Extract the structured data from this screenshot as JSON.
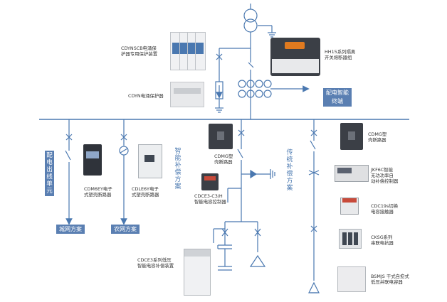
{
  "colors": {
    "wire": "#4a78b0",
    "accent": "#5a7fb2",
    "device_dark": "#3b3f46",
    "device_light": "#e8e9eb"
  },
  "labels": {
    "cdynscb": [
      "CDYNSCB电涌保",
      "护器专用保护装置"
    ],
    "cdyn": "CDYN电涌保护器",
    "hh15": [
      "HH15系列隔离",
      "开关熔断器组"
    ],
    "pd_terminal": "配电智能终端",
    "cdmg_top": [
      "CDMG塑",
      "壳断路器"
    ],
    "cdmg_center": [
      "CDMG塑",
      "壳断路器"
    ],
    "jkf6c": [
      "JKF6C智能",
      "无功功率自",
      "动补偿控制器"
    ],
    "cdc19s": [
      "CDC19s切换",
      "电容接触器"
    ],
    "cksg": [
      "CKSG系列",
      "串联电抗器"
    ],
    "bsmj": [
      "BSMJS 干式自愈式",
      "低压并联电容器"
    ],
    "cdm6ey": [
      "CDM6EY电子",
      "式塑壳断路器"
    ],
    "cdle6y": [
      "CDLE6Y电子",
      "式塑壳断路器"
    ],
    "cdce3_ctrl": [
      "CDCE3-C3/H",
      "智能电容控制器"
    ],
    "cdce3_comp": [
      "CDCE3系列低压",
      "智能电容补偿装置"
    ]
  },
  "buttons": {
    "outlet_unit": "配电出线单元",
    "city_plan": "城网方案",
    "rural_plan": "农网方案",
    "smart_comp": "智能补偿方案",
    "trad_comp": "传统补偿方案"
  }
}
